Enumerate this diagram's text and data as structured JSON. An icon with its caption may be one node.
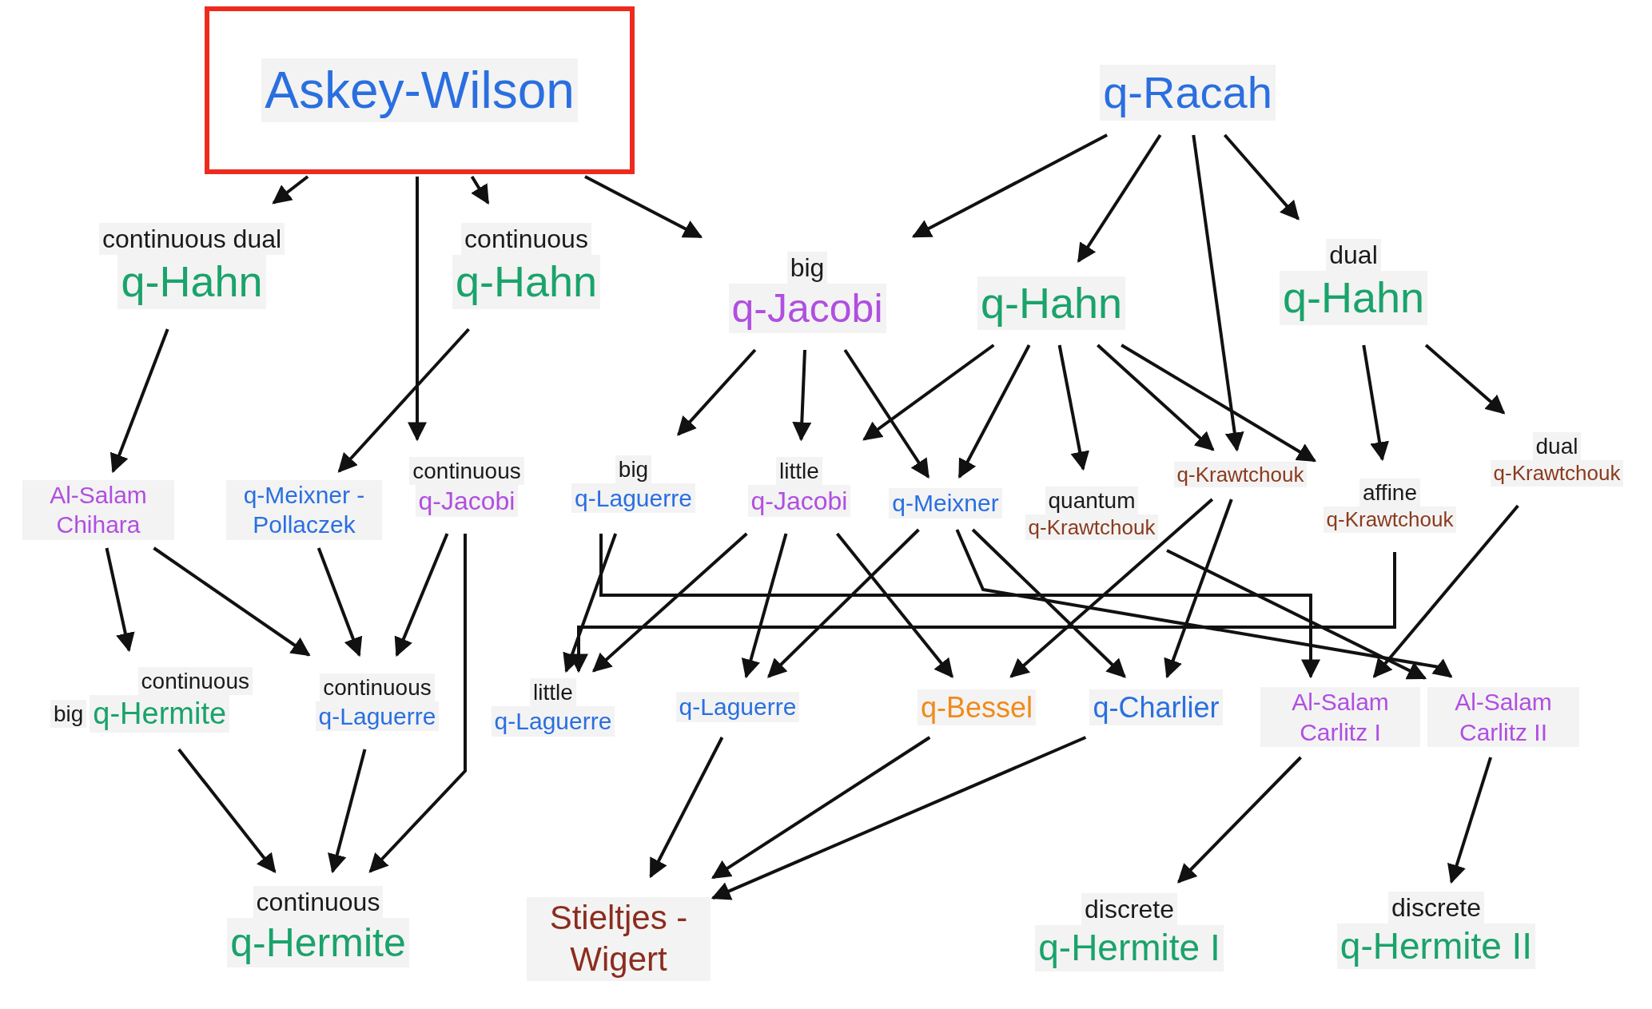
{
  "diagram": {
    "nodes": [
      {
        "text": [
          "Askey-Wilson"
        ]
      },
      {
        "text": [
          "q-Racah"
        ]
      },
      {
        "text": [
          "continuous dual",
          "q-Hahn"
        ]
      },
      {
        "text": [
          "continuous",
          "q-Hahn"
        ]
      },
      {
        "text": [
          "big",
          "q-Jacobi"
        ]
      },
      {
        "text": [
          "q-Hahn"
        ]
      },
      {
        "text": [
          "dual",
          "q-Hahn"
        ]
      },
      {
        "text": [
          "Al-Salam Chihara"
        ]
      },
      {
        "text": [
          "q-Meixner - Pollaczek"
        ]
      },
      {
        "text": [
          "continuous",
          "q-Jacobi"
        ]
      },
      {
        "text": [
          "big",
          "q-Laguerre"
        ]
      },
      {
        "text": [
          "little",
          "q-Jacobi"
        ]
      },
      {
        "text": [
          "q-Meixner"
        ]
      },
      {
        "text": [
          "quantum",
          "q-Krawtchouk"
        ]
      },
      {
        "text": [
          "q-Krawtchouk"
        ]
      },
      {
        "text": [
          "affine",
          "q-Krawtchouk"
        ]
      },
      {
        "text": [
          "dual",
          "q-Krawtchouk"
        ]
      },
      {
        "text": [
          "continuous",
          "big",
          "q-Hermite"
        ]
      },
      {
        "text": [
          "continuous",
          "q-Laguerre"
        ]
      },
      {
        "text": [
          "little",
          "q-Laguerre"
        ]
      },
      {
        "text": [
          "q-Laguerre"
        ]
      },
      {
        "text": [
          "q-Bessel"
        ]
      },
      {
        "text": [
          "q-Charlier"
        ]
      },
      {
        "text": [
          "Al-Salam Carlitz I"
        ]
      },
      {
        "text": [
          "Al-Salam Carlitz II"
        ]
      },
      {
        "text": [
          "continuous",
          "q-Hermite"
        ]
      },
      {
        "text": [
          "Stieltjes - Wigert"
        ]
      },
      {
        "text": [
          "discrete",
          "q-Hermite I"
        ]
      },
      {
        "text": [
          "discrete",
          "q-Hermite II"
        ]
      }
    ],
    "edges": [
      {
        "from": 0,
        "to": 2,
        "arrow": "to"
      },
      {
        "from": 0,
        "to": 3,
        "arrow": "to"
      },
      {
        "from": 0,
        "to": 9,
        "arrow": "to"
      },
      {
        "from": 0,
        "to": 4,
        "arrow": "to"
      },
      {
        "from": 1,
        "to": 4,
        "arrow": "to"
      },
      {
        "from": 1,
        "to": 5,
        "arrow": "to"
      },
      {
        "from": 1,
        "to": 6,
        "arrow": "to"
      },
      {
        "from": 1,
        "to": 14,
        "arrow": "to"
      },
      {
        "from": 2,
        "to": 7,
        "arrow": "to"
      },
      {
        "from": 3,
        "to": 8,
        "arrow": "to"
      },
      {
        "from": 4,
        "to": 10,
        "arrow": "to"
      },
      {
        "from": 4,
        "to": 11,
        "arrow": "to"
      },
      {
        "from": 4,
        "to": 12,
        "arrow": "to"
      },
      {
        "from": 5,
        "to": 11,
        "arrow": "to"
      },
      {
        "from": 5,
        "to": 12,
        "arrow": "to"
      },
      {
        "from": 5,
        "to": 13,
        "arrow": "to"
      },
      {
        "from": 5,
        "to": 14,
        "arrow": "to"
      },
      {
        "from": 5,
        "to": 15,
        "arrow": "to"
      },
      {
        "from": 6,
        "to": 15,
        "arrow": "to"
      },
      {
        "from": 6,
        "to": 16,
        "arrow": "to"
      },
      {
        "from": 7,
        "to": 17,
        "arrow": "to"
      },
      {
        "from": 7,
        "to": 18,
        "arrow": "to"
      },
      {
        "from": 8,
        "to": 18,
        "arrow": "to"
      },
      {
        "from": 9,
        "to": 18,
        "arrow": "to"
      },
      {
        "from": 9,
        "to": 25,
        "arrow": "to"
      },
      {
        "from": 10,
        "to": 19,
        "arrow": "to"
      },
      {
        "from": 10,
        "to": 23,
        "arrow": "to"
      },
      {
        "from": 15,
        "to": 19,
        "arrow": "to"
      },
      {
        "from": 11,
        "to": 19,
        "arrow": "to"
      },
      {
        "from": 11,
        "to": 20,
        "arrow": "to"
      },
      {
        "from": 11,
        "to": 21,
        "arrow": "to"
      },
      {
        "from": 12,
        "to": 20,
        "arrow": "to"
      },
      {
        "from": 12,
        "to": 22,
        "arrow": "to"
      },
      {
        "from": 12,
        "to": 24,
        "arrow": "to"
      },
      {
        "from": 13,
        "to": 24,
        "arrow": "to"
      },
      {
        "from": 14,
        "to": 21,
        "arrow": "to"
      },
      {
        "from": 14,
        "to": 22,
        "arrow": "to"
      },
      {
        "from": 16,
        "to": 23,
        "arrow": "to"
      },
      {
        "from": 17,
        "to": 25,
        "arrow": "to"
      },
      {
        "from": 18,
        "to": 25,
        "arrow": "to"
      },
      {
        "from": 20,
        "to": 26,
        "arrow": "to"
      },
      {
        "from": 21,
        "to": 26,
        "arrow": "to"
      },
      {
        "from": 22,
        "to": 26,
        "arrow": "to"
      },
      {
        "from": 23,
        "to": 27,
        "arrow": "to"
      },
      {
        "from": 24,
        "to": 28,
        "arrow": "to"
      }
    ]
  }
}
